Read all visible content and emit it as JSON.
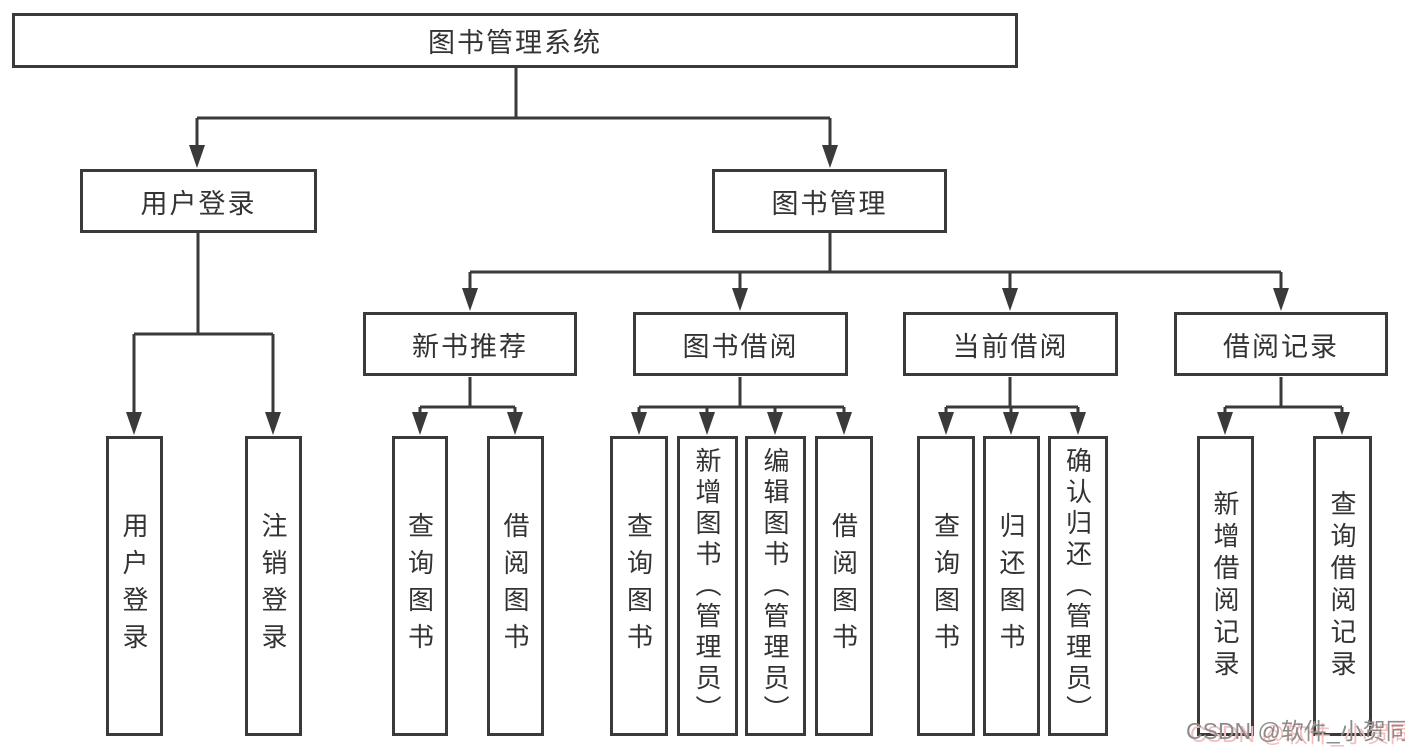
{
  "tree": {
    "root": "图书管理系统",
    "user": {
      "label": "用户登录",
      "items": [
        "用户登录",
        "注销登录"
      ]
    },
    "management": {
      "label": "图书管理"
    },
    "recommend": {
      "label": "新书推荐",
      "items": [
        "查询图书",
        "借阅图书"
      ]
    },
    "borrow": {
      "label": "图书借阅",
      "items": [
        "查询图书",
        "新增图书（管理员）",
        "编辑图书（管理员）",
        "借阅图书"
      ]
    },
    "current": {
      "label": "当前借阅",
      "items": [
        "查询图书",
        "归还图书",
        "确认归还（管理员）"
      ]
    },
    "records": {
      "label": "借阅记录",
      "items": [
        "新增借阅记录",
        "查询借阅记录"
      ]
    }
  },
  "watermark": {
    "text": "CSDN @软件_小贺同学"
  },
  "colors": {
    "line": "#3a3a3a",
    "text": "#333333",
    "background": "#ffffff",
    "watermark_text": "#8c8c8c",
    "watermark_shadow": "#f5bdbd"
  }
}
